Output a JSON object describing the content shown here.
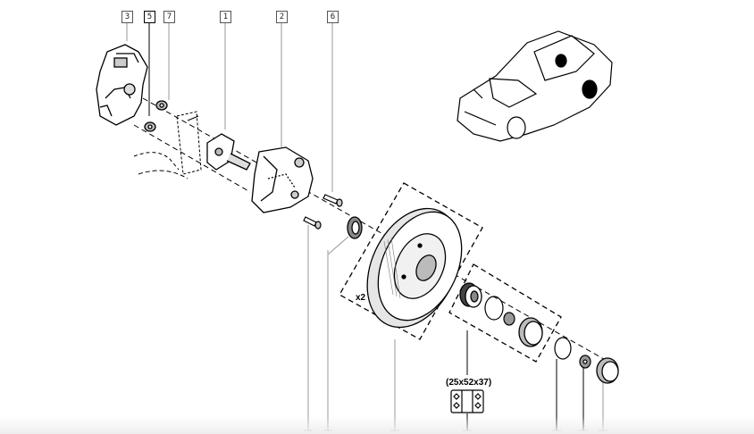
{
  "diagram": {
    "title": "Rear brake disc and hub bearing exploded view",
    "callouts_top": [
      {
        "id": "3",
        "label": "3"
      },
      {
        "id": "5",
        "label": "5"
      },
      {
        "id": "7",
        "label": "7"
      },
      {
        "id": "1",
        "label": "1"
      },
      {
        "id": "2",
        "label": "2"
      },
      {
        "id": "6",
        "label": "6"
      }
    ],
    "quantity_note": "x2",
    "bearing_dimensions": "(25x52x37)",
    "parts": [
      {
        "name": "brake-caliper-cover"
      },
      {
        "name": "nut"
      },
      {
        "name": "nut-small"
      },
      {
        "name": "stub-axle"
      },
      {
        "name": "backing-plate"
      },
      {
        "name": "bolt"
      },
      {
        "name": "seal"
      },
      {
        "name": "brake-disc"
      },
      {
        "name": "wheel-bearing"
      },
      {
        "name": "circlip"
      },
      {
        "name": "hub-nut"
      },
      {
        "name": "hub-cap"
      }
    ],
    "vehicle_icon": "hatchback-car-icon",
    "colors": {
      "line": "#000000",
      "leader": "#999999",
      "background": "#ffffff"
    }
  }
}
